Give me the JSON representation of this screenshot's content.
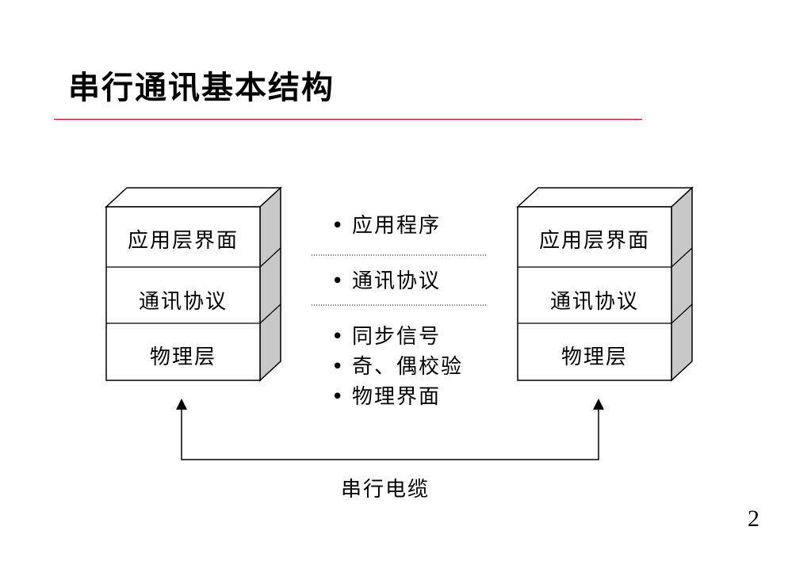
{
  "slide": {
    "title": "串行通讯基本结构",
    "page_number": "2"
  },
  "left_stack": {
    "layers": [
      "应用层界面",
      "通讯协议",
      "物理层"
    ]
  },
  "right_stack": {
    "layers": [
      "应用层界面",
      "通讯协议",
      "物理层"
    ]
  },
  "middle": {
    "group_app": [
      "应用程序"
    ],
    "group_protocol": [
      "通讯协议"
    ],
    "group_physical": [
      "同步信号",
      "奇、偶校验",
      "物理界面"
    ]
  },
  "connection": {
    "label": "串行电缆"
  },
  "colors": {
    "title_rule": "#d6002a",
    "box_side": "#c8c8c8",
    "box_top": "#ffffff"
  }
}
